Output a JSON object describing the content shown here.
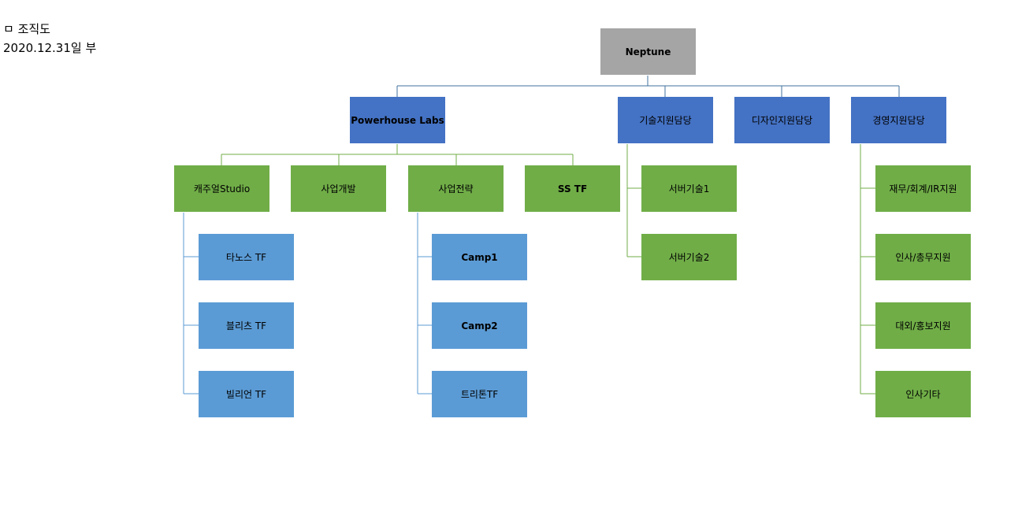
{
  "header": {
    "title": "ㅁ 조직도",
    "date": "2020.12.31일 부"
  },
  "org": {
    "root": "Neptune",
    "level1": [
      "Powerhouse Labs",
      "기술지원담당",
      "디자인지원담당",
      "경영지원담당"
    ],
    "powerhouse_children": [
      "캐주얼Studio",
      "사업개발",
      "사업전략",
      "SS TF"
    ],
    "casual_children": [
      "타노스 TF",
      "블리츠 TF",
      "빌리언 TF"
    ],
    "strategy_children": [
      "Camp1",
      "Camp2",
      "트리톤TF"
    ],
    "tech_children": [
      "서버기술1",
      "서버기술2"
    ],
    "mgmt_children": [
      "재무/회계/IR지원",
      "인사/총무지원",
      "대외/홍보지원",
      "인사기타"
    ]
  },
  "colors": {
    "root": "#a5a5a5",
    "level1": "#4472c4",
    "green": "#70ad47",
    "light_blue": "#5b9bd5",
    "line_blue": "#41719c",
    "line_green": "#70ad47",
    "line_light": "#5b9bd5"
  }
}
